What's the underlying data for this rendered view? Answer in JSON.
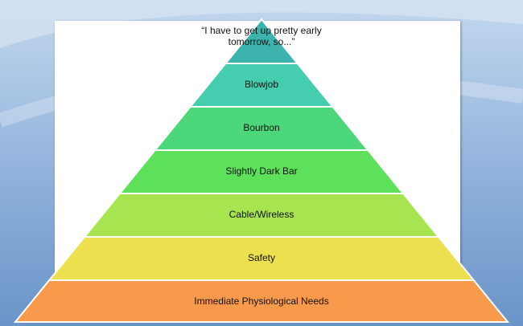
{
  "colors": {
    "bg_light": "#c3d8ee",
    "bg_dark": "#6a94c8",
    "paper": "#ffffff",
    "outline": "#ffffff"
  },
  "tiers": [
    {
      "label": "“I have to get up pretty early tomorrow, so...”",
      "color": "#3cb3ad"
    },
    {
      "label": "Blowjob",
      "color": "#45cdb0"
    },
    {
      "label": "Bourbon",
      "color": "#4bd77a"
    },
    {
      "label": "Slightly Dark Bar",
      "color": "#5ee15a"
    },
    {
      "label": "Cable/Wireless",
      "color": "#a6e450"
    },
    {
      "label": "Safety",
      "color": "#ece04e"
    },
    {
      "label": "Immediate Physiological Needs",
      "color": "#f79a4c"
    }
  ]
}
